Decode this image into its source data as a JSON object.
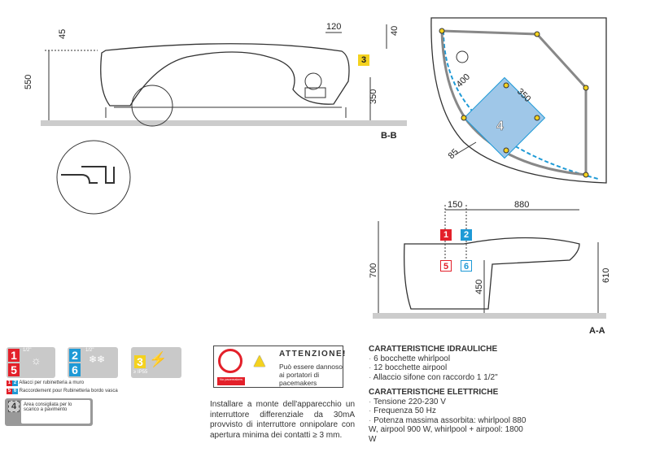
{
  "section_bb": {
    "label": "B-B",
    "dims": {
      "height": "550",
      "rim": "45",
      "offset": "120",
      "top": "40",
      "pump_height": "350"
    },
    "badge": "3"
  },
  "top_view": {
    "dims": {
      "d400": "400",
      "d350": "350",
      "d85": "85"
    },
    "badge": "4"
  },
  "section_aa": {
    "label": "A-A",
    "dims": {
      "d150": "150",
      "d880": "880",
      "height": "700",
      "rim": "610",
      "outlet": "450"
    },
    "badges": [
      "1",
      "2",
      "5",
      "6"
    ]
  },
  "legend": {
    "tile_hot": {
      "nums": [
        "1",
        "5"
      ],
      "size": "1/2\""
    },
    "tile_cold": {
      "nums": [
        "2",
        "6"
      ],
      "size": "1/2\""
    },
    "tile_elec": {
      "num": "3",
      "rating": "≥ IP55"
    },
    "line1": {
      "nums": [
        "1",
        "2"
      ],
      "text": "Allacci per rubinetteria a muro"
    },
    "line2": {
      "nums": [
        "5",
        "6"
      ],
      "text": "Raccordement pour Rubinetteria bordo vasca"
    },
    "area": {
      "num": "4",
      "text": "Area consigliata per lo scarico a pavimento"
    }
  },
  "warning": {
    "title": "ATTENZIONE!",
    "text": "Può essere dannoso ai portatori di pacemakers",
    "sign": "No pacemakers"
  },
  "install_note": "Installare a monte dell'apparecchio un interruttore differenziale da 30mA provvisto di interruttore onnipolare con apertura minima dei contatti ≥ 3 mm.",
  "specs": {
    "hydraulic": {
      "title": "CARATTERISTICHE IDRAULICHE",
      "items": [
        "6 bocchette whirlpool",
        "12 bocchette airpool",
        "Allaccio sifone con raccordo 1 1/2\""
      ]
    },
    "electric": {
      "title": "CARATTERISTICHE ELETTRICHE",
      "items": [
        "Tensione 220-230 V",
        "Frequenza 50 Hz",
        "Potenza massima assorbita: whirlpool 880 W, airpool 900 W, whirlpool + airpool: 1800 W"
      ]
    }
  },
  "colors": {
    "red": "#e3202a",
    "blue": "#1e9ad6",
    "yellow": "#f4d21f",
    "tile": "#c9c9c9"
  }
}
